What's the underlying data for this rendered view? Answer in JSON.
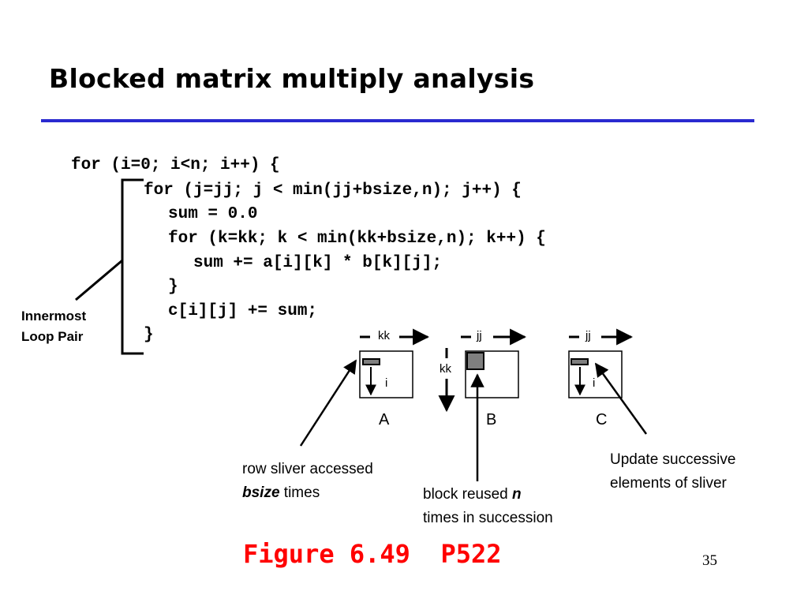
{
  "title": "Blocked matrix multiply analysis",
  "code": {
    "line1": "for (i=0; i<n; i++) {",
    "line2": "for (j=jj; j < min(jj+bsize,n); j++) {",
    "line3": "sum = 0.0",
    "line4": "for (k=kk; k < min(kk+bsize,n); k++) {",
    "line5": "sum += a[i][k] * b[k][j];",
    "line6": "}",
    "line7": "c[i][j] += sum;",
    "line8": "}"
  },
  "bracket_label": {
    "line1": "Innermost",
    "line2": "Loop Pair"
  },
  "matrices": {
    "a": {
      "name": "A",
      "top_label": "kk",
      "side_label": "i"
    },
    "b": {
      "name": "B",
      "top_label": "jj",
      "side_label": "kk"
    },
    "c": {
      "name": "C",
      "top_label": "jj",
      "side_label": "i"
    }
  },
  "captions": {
    "row_sliver_line1": "row sliver accessed",
    "row_sliver_bold": "bsize",
    "row_sliver_rest": " times",
    "block_reused_pre": "block reused ",
    "block_reused_bold": "n",
    "block_reused_line2": "times in succession",
    "update_line1": "Update successive",
    "update_line2": "elements of sliver"
  },
  "figure_caption": "Figure 6.49  P522",
  "page_number": "35",
  "colors": {
    "rule": "#2a2ad0",
    "highlight": "#7f7f7f",
    "figure_text": "#ff0000"
  }
}
